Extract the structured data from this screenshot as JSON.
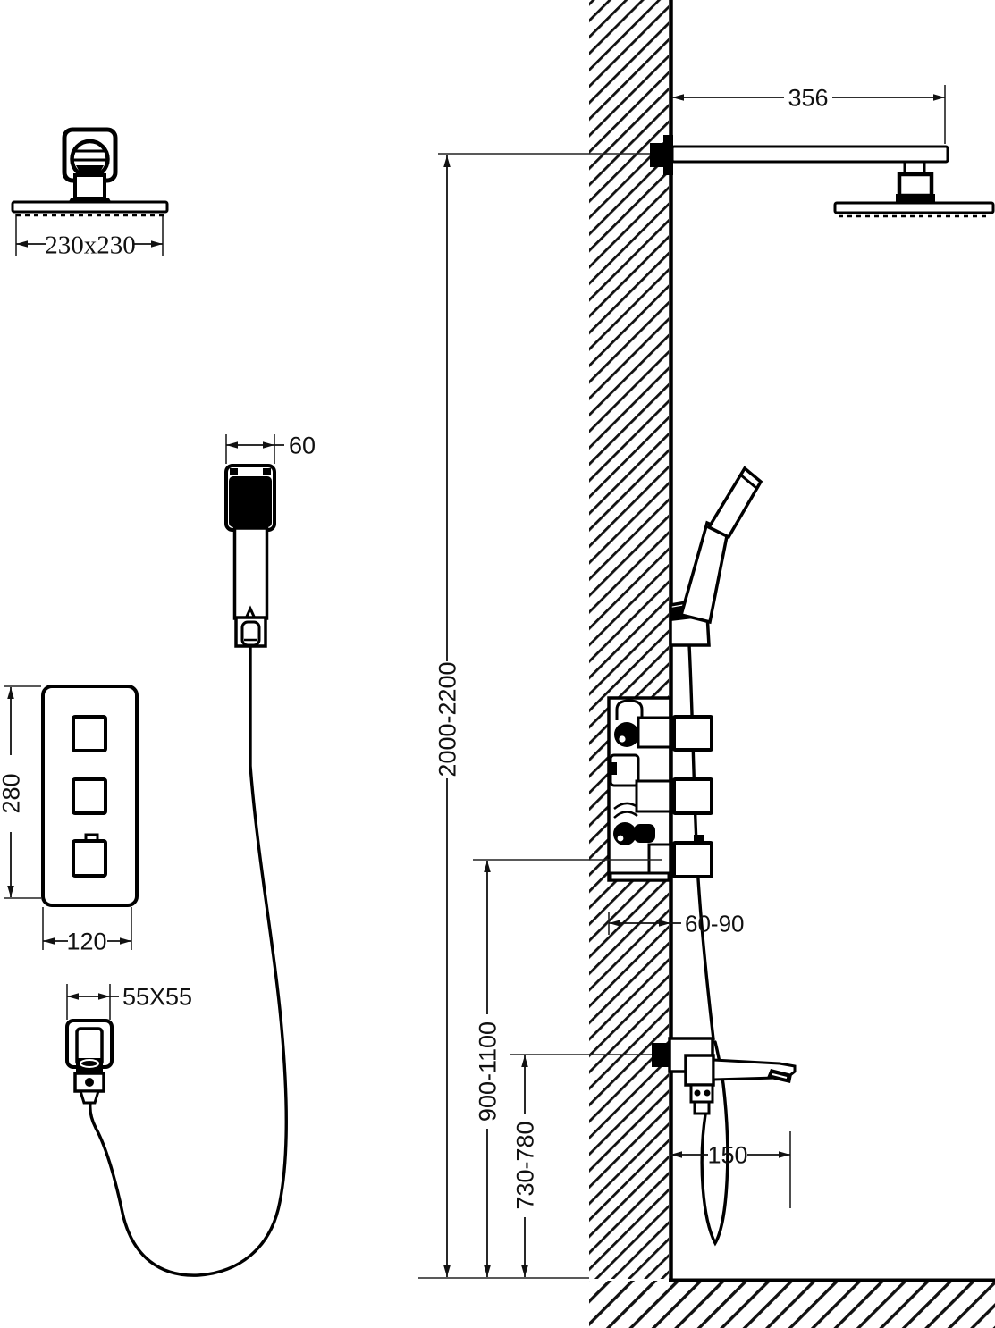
{
  "dimensions": {
    "overhead_plate": "230x230",
    "hand_shower_width": "60",
    "panel_height": "280",
    "panel_width": "120",
    "wall_outlet_plate": "55X55",
    "arm_length": "356",
    "overall_height": "2000-2200",
    "valve_recess_depth": "60-90",
    "mixer_height": "900-1100",
    "spout_height": "730-780",
    "spout_reach": "150"
  },
  "colors": {
    "ink": "#000000",
    "paper": "#ffffff"
  }
}
